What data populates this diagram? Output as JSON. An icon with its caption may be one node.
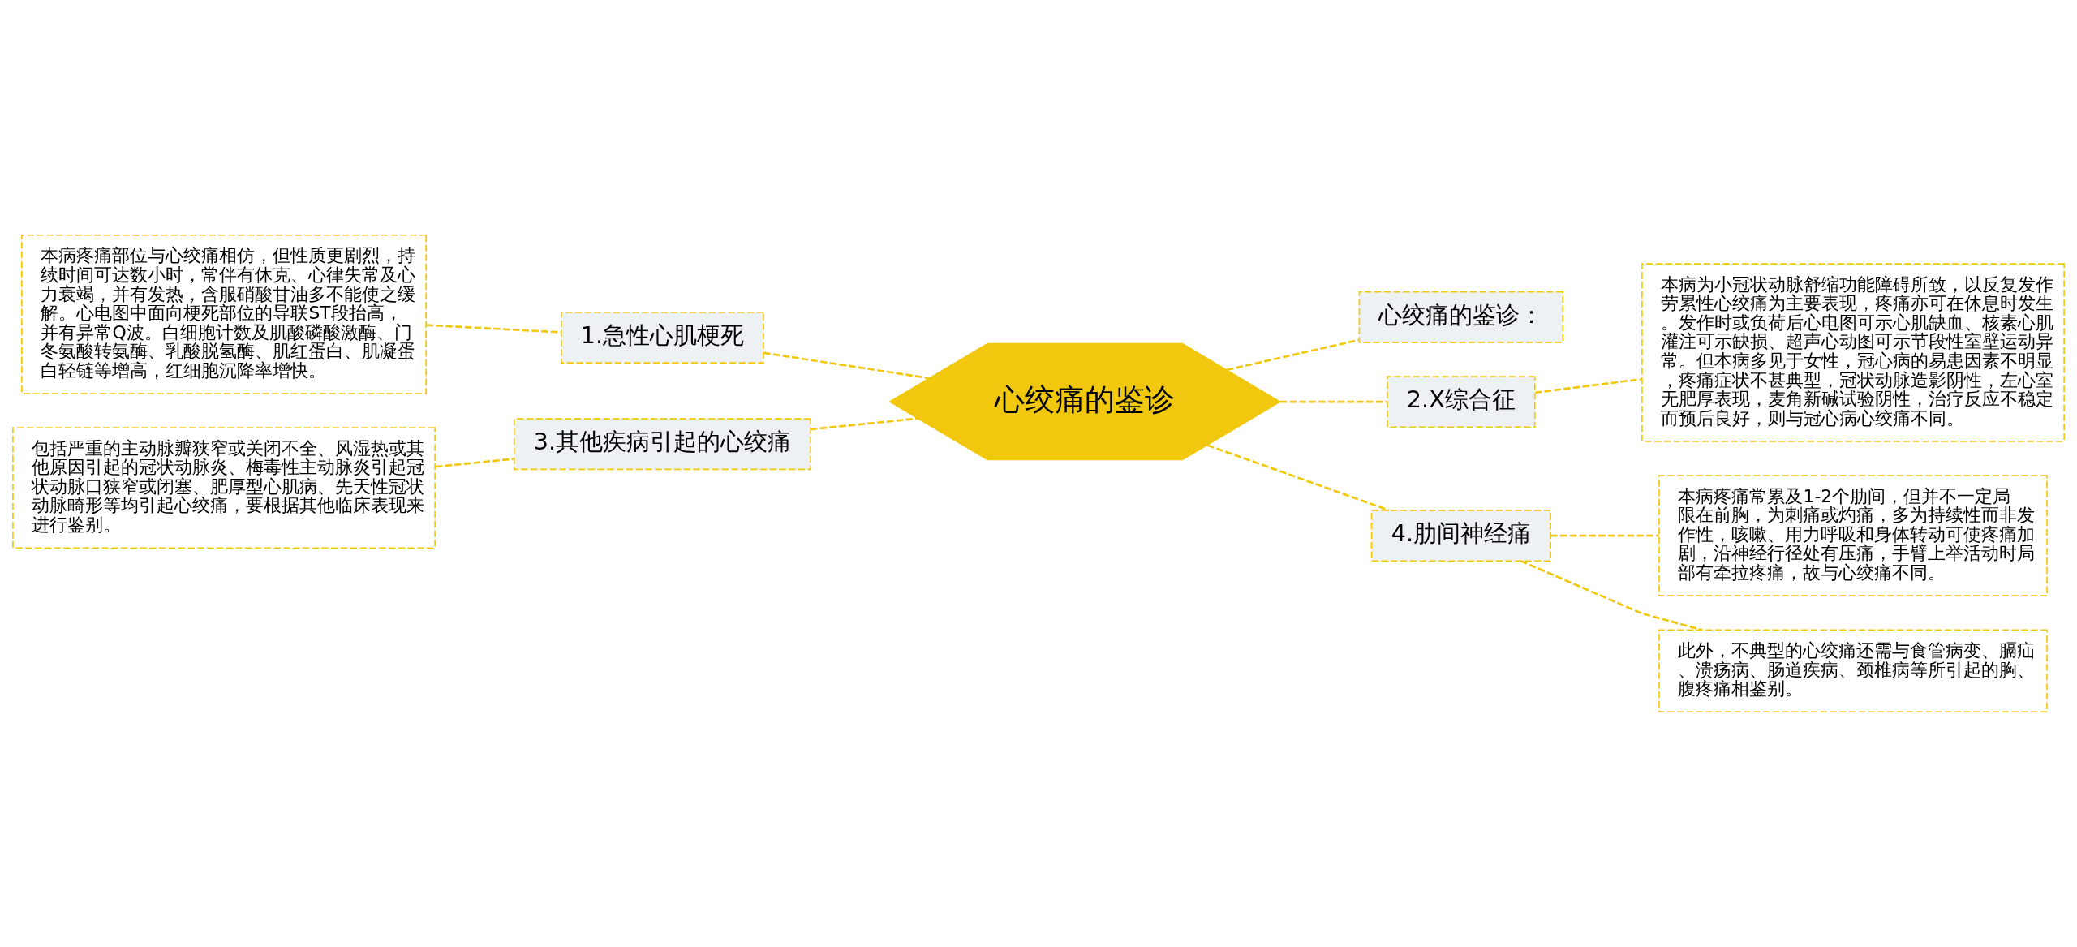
{
  "diagram": {
    "nodes": [
      {
        "text": [
          "心绞痛的鉴诊"
        ]
      },
      {
        "text": [
          "1.急性心肌梗死"
        ]
      },
      {
        "text": [
          "本病疼痛部位与心绞痛相仿，但性质更剧烈，持续时间可达数小时，常伴有休克、心律失常及心力衰竭，并有发热，含服硝酸甘油多不能使之缓解。心电图中面向梗死部位的导联ST段抬高，并有异常Q波。白细胞计数及肌酸磷酸激酶、门冬氨酸转氨酶、乳酸脱氢酶、肌红蛋白、肌凝蛋白轻链等增高，红细胞沉降率增快。"
        ]
      },
      {
        "text": [
          "3.其他疾病引起的心绞痛"
        ]
      },
      {
        "text": [
          "包括严重的主动脉瓣狭窄或关闭不全、风湿热或其他原因引起的冠状动脉炎、梅毒性主动脉炎引起冠状动脉口狭窄或闭塞、肥厚型心肌病、先天性冠状动脉畸形等均引起心绞痛，要根据其他临床表现来进行鉴别。"
        ]
      },
      {
        "text": [
          "心绞痛的鉴诊："
        ]
      },
      {
        "text": [
          "2.X综合征"
        ]
      },
      {
        "text": [
          "本病为小冠状动脉舒缩功能障碍所致，以反复发作劳累性心绞痛为主要表现，疼痛亦可在休息时发生。发作时或负荷后心电图可示心肌缺血、核素心肌灌注可示缺损、超声心动图可示节段性室壁运动异常。但本病多见于女性，冠心病的易患因素不明显，疼痛症状不甚典型，冠状动脉造影阴性，左心室无肥厚表现，麦角新碱试验阴性，治疗反应不稳定而预后良好，则与冠心病心绞痛不同。"
        ]
      },
      {
        "text": [
          "4.肋间神经痛"
        ]
      },
      {
        "text": [
          "本病疼痛常累及1-2个肋间，但并不一定局限在前胸，为刺痛或灼痛，多为持续性而非发作性，咳嗽、用力呼吸和身体转动可使疼痛加剧，沿神经行径处有压痛，手臂上举活动时局部有牵拉疼痛，故与心绞痛不同。"
        ]
      },
      {
        "text": [
          "此外，不典型的心绞痛还需与食管病变、膈疝、溃疡病、肠道疾病、颈椎病等所引起的胸、腹疼痛相鉴别。"
        ]
      }
    ],
    "edges": [
      {
        "from": 0,
        "to": 1,
        "arrow": "none"
      },
      {
        "from": 1,
        "to": 2,
        "arrow": "none"
      },
      {
        "from": 0,
        "to": 3,
        "arrow": "none"
      },
      {
        "from": 3,
        "to": 4,
        "arrow": "none"
      },
      {
        "from": 0,
        "to": 5,
        "arrow": "none"
      },
      {
        "from": 0,
        "to": 6,
        "arrow": "none"
      },
      {
        "from": 6,
        "to": 7,
        "arrow": "none"
      },
      {
        "from": 0,
        "to": 8,
        "arrow": "none"
      },
      {
        "from": 8,
        "to": 9,
        "arrow": "none"
      },
      {
        "from": 8,
        "to": 10,
        "arrow": "none"
      }
    ]
  }
}
